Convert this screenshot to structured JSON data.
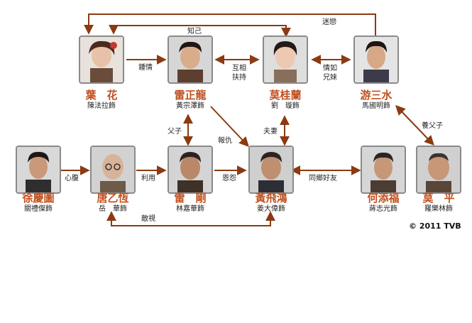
{
  "colors": {
    "line": "#8b3a12",
    "name": "#c0501f",
    "frame": "#8a8a8a"
  },
  "characters": [
    {
      "name": "葉　花",
      "actor": "陳法拉飾"
    },
    {
      "name": "雷正龍",
      "actor": "黃宗澤飾"
    },
    {
      "name": "莫桂蘭",
      "actor": "劉　璇飾"
    },
    {
      "name": "游三水",
      "actor": "馬國明飾"
    },
    {
      "name": "徐慶圖",
      "actor": "關禮傑飾"
    },
    {
      "name": "唐乙恆",
      "actor": "岳　華飾"
    },
    {
      "name": "雷　剛",
      "actor": "林嘉華飾"
    },
    {
      "name": "黃飛鴻",
      "actor": "姜大偉飾"
    },
    {
      "name": "何添福",
      "actor": "蔣志光飾"
    },
    {
      "name": "莫　平",
      "actor": "羅樂林飾"
    }
  ],
  "relations": {
    "mi_lian": "迷戀",
    "zhi_ji": "知己",
    "zhong_qing": "鍾情",
    "hu_xiang": "互相",
    "fu_chi": "扶持",
    "qing_ru": "情如",
    "xiong_mei": "兄妹",
    "yang_fu_zi": "養父子",
    "fu_zi": "父子",
    "bao_chou": "報仇",
    "fu_qi": "夫妻",
    "xin_fu": "心腹",
    "li_yong": "利用",
    "en_yuan": "恩怨",
    "tong_xiang": "同鄉好友",
    "di_shi": "敵視"
  },
  "copyright": "© 2011 TVB"
}
